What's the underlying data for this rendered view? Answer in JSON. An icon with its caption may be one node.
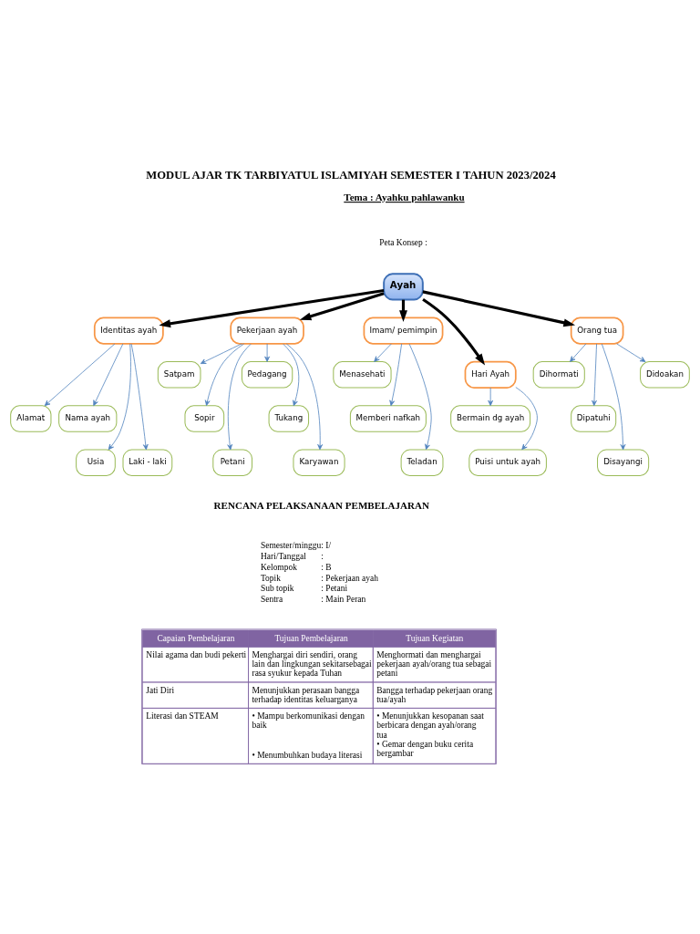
{
  "diagram": {
    "title": "MODUL AJAR TK TARBIYATUL ISLAMIYAH SEMESTER I TAHUN 2023/2024",
    "nodes": [
      {
        "text": [
          "Ayah"
        ]
      },
      {
        "text": [
          "Identitas ayah"
        ]
      },
      {
        "text": [
          "Pekerjaan ayah"
        ]
      },
      {
        "text": [
          "Imam/ pemimpin"
        ]
      },
      {
        "text": [
          "Hari Ayah"
        ]
      },
      {
        "text": [
          "Orang tua"
        ]
      },
      {
        "text": [
          "Alamat"
        ]
      },
      {
        "text": [
          "Nama ayah"
        ]
      },
      {
        "text": [
          "Usia"
        ]
      },
      {
        "text": [
          "Laki - laki"
        ]
      },
      {
        "text": [
          "Satpam"
        ]
      },
      {
        "text": [
          "Sopir"
        ]
      },
      {
        "text": [
          "Petani"
        ]
      },
      {
        "text": [
          "Pedagang"
        ]
      },
      {
        "text": [
          "Tukang"
        ]
      },
      {
        "text": [
          "Karyawan"
        ]
      },
      {
        "text": [
          "Menasehati"
        ]
      },
      {
        "text": [
          "Memberi nafkah"
        ]
      },
      {
        "text": [
          "Teladan"
        ]
      },
      {
        "text": [
          "Bermain dg ayah"
        ]
      },
      {
        "text": [
          "Puisi untuk ayah"
        ]
      },
      {
        "text": [
          "Dihormati"
        ]
      },
      {
        "text": [
          "Dipatuhi"
        ]
      },
      {
        "text": [
          "Disayangi"
        ]
      },
      {
        "text": [
          "Didoakan"
        ]
      }
    ],
    "edges": [
      {
        "from": 0,
        "to": 1,
        "arrow": "to",
        "style": "thick",
        "color": "#000000"
      },
      {
        "from": 0,
        "to": 2,
        "arrow": "to",
        "style": "thick",
        "color": "#000000"
      },
      {
        "from": 0,
        "to": 3,
        "arrow": "to",
        "style": "thick",
        "color": "#000000"
      },
      {
        "from": 0,
        "to": 4,
        "arrow": "to",
        "style": "thick",
        "color": "#000000"
      },
      {
        "from": 0,
        "to": 5,
        "arrow": "to",
        "style": "thick",
        "color": "#000000"
      },
      {
        "from": 1,
        "to": 6,
        "arrow": "to"
      },
      {
        "from": 1,
        "to": 7,
        "arrow": "to"
      },
      {
        "from": 1,
        "to": 8,
        "arrow": "to"
      },
      {
        "from": 1,
        "to": 9,
        "arrow": "to"
      },
      {
        "from": 2,
        "to": 10,
        "arrow": "to"
      },
      {
        "from": 2,
        "to": 11,
        "arrow": "to"
      },
      {
        "from": 2,
        "to": 12,
        "arrow": "to"
      },
      {
        "from": 2,
        "to": 13,
        "arrow": "to"
      },
      {
        "from": 2,
        "to": 14,
        "arrow": "to"
      },
      {
        "from": 2,
        "to": 15,
        "arrow": "to"
      },
      {
        "from": 3,
        "to": 16,
        "arrow": "to"
      },
      {
        "from": 3,
        "to": 17,
        "arrow": "to"
      },
      {
        "from": 3,
        "to": 18,
        "arrow": "to"
      },
      {
        "from": 4,
        "to": 19,
        "arrow": "to"
      },
      {
        "from": 4,
        "to": 20,
        "arrow": "to"
      },
      {
        "from": 5,
        "to": 21,
        "arrow": "to"
      },
      {
        "from": 5,
        "to": 22,
        "arrow": "to"
      },
      {
        "from": 5,
        "to": 23,
        "arrow": "to"
      },
      {
        "from": 5,
        "to": 24,
        "arrow": "to"
      }
    ],
    "labels": [
      "Tema : Ayahku pahlawanku",
      "Peta Konsep :",
      "RENCANA PELAKSANAAN PEMBELAJARAN",
      "Semester/minggu",
      ": I/",
      "Hari/Tanggal",
      ":",
      "Kelompok",
      ": B",
      "Topik",
      ": Pekerjaan ayah",
      "Sub topik",
      ": Petani",
      "Sentra",
      ": Main Peran",
      "Capaian Pembelajaran",
      "Tujuan Pembelajaran",
      "Tujuan Kegiatan",
      "Nilai agama dan budi pekerti",
      "Menghargai diri sendiri, orang lain dan lingkungan sekitarsebagai rasa syukur kepada Tuhan",
      "Menghormati dan menghargai pekerjaan ayah/orang tua sebagai petani",
      "Jati Diri",
      "Menunjukkan perasaan bangga terhadap identitas keluarganya",
      "Bangga terhadap pekerjaan orang tua/ayah",
      "Literasi dan STEAM",
      "• Mampu berkomunikasi dengan baik",
      "• Menumbuhkan budaya literasi",
      "• Menunjukkan kesopanan saat berbicara dengan ayah/orang tua",
      "• Gemar dengan buku cerita bergambar"
    ]
  }
}
